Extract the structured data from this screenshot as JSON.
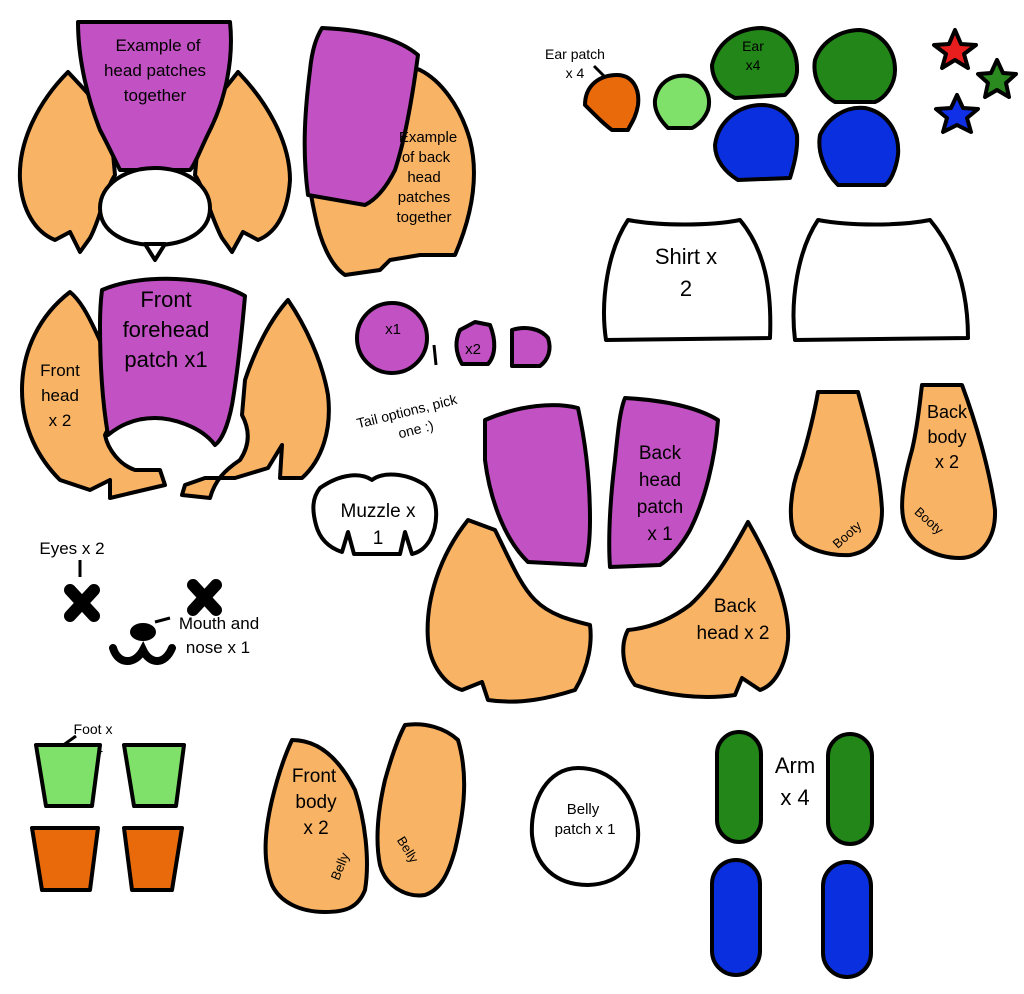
{
  "colors": {
    "orange_light": "#F9B365",
    "purple": "#C252C4",
    "green_dark": "#238619",
    "green_light": "#7FE06A",
    "blue": "#0A2FDE",
    "orange_dark": "#E96A0B",
    "white": "#FFFFFF",
    "star_red": "#E81E1E",
    "star_green": "#2B8A1F",
    "star_blue": "#1030E8"
  },
  "labels": {
    "head_example": [
      "Example of",
      "head  patches",
      "together"
    ],
    "back_head_example": [
      "Example",
      "of back",
      "head",
      "patches",
      "together"
    ],
    "front_forehead": [
      "Front",
      "forehead",
      "patch x1"
    ],
    "front_head": [
      "Front",
      "head",
      "x 2"
    ],
    "ear_patch": [
      "Ear patch",
      "x 4"
    ],
    "ear": [
      "Ear",
      "x4"
    ],
    "shirt": [
      "Shirt x",
      "2"
    ],
    "tail_x1": "x1",
    "tail_x2": "x2",
    "tail_options": [
      "Tail options, pick",
      "one :)"
    ],
    "back_head_patch": [
      "Back",
      "head",
      "patch",
      "x 1"
    ],
    "back_body": [
      "Back",
      "body",
      "x 2"
    ],
    "booty": "Booty",
    "muzzle": [
      "Muzzle x",
      "1"
    ],
    "eyes": "Eyes x 2",
    "mouth_nose": [
      "Mouth and",
      "nose x 1"
    ],
    "back_head": [
      "Back",
      "head x 2"
    ],
    "foot": [
      "Foot x",
      "4"
    ],
    "front_body": [
      "Front",
      "body",
      "x 2"
    ],
    "belly": "Belly",
    "belly_patch": [
      "Belly",
      "patch x 1"
    ],
    "arm": [
      "Arm",
      "x 4"
    ]
  }
}
